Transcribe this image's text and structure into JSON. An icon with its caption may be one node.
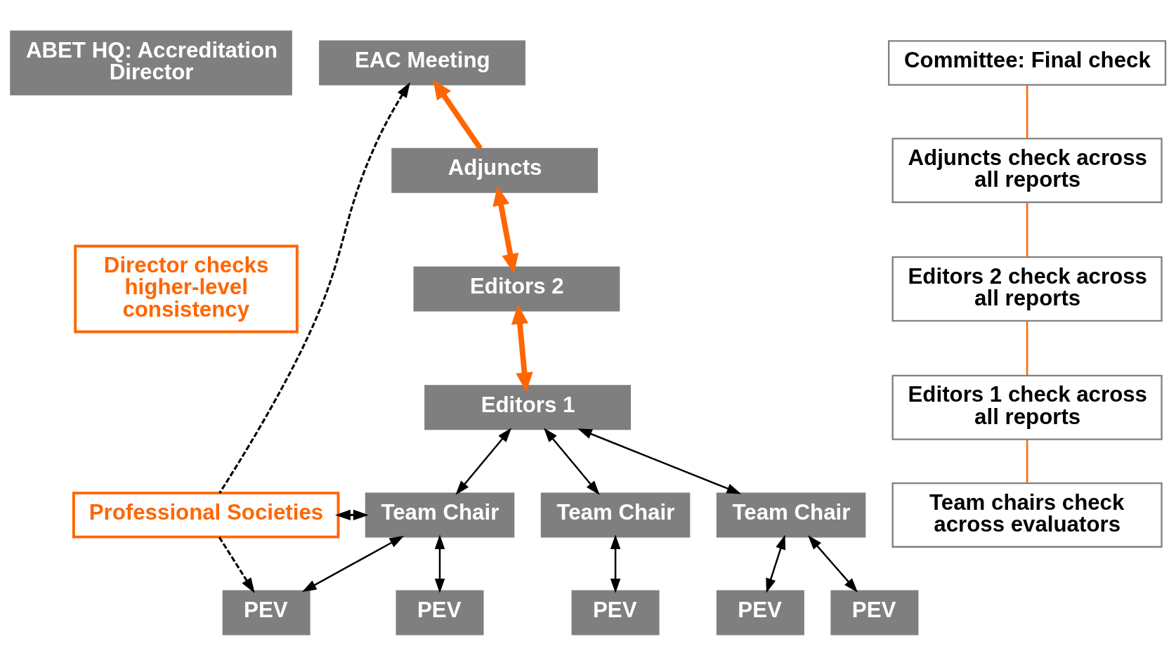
{
  "diagram": {
    "nodes": [
      {
        "text": [
          "ABET HQ: Accreditation Director"
        ]
      },
      {
        "text": [
          "Director checks higher-level consistency"
        ]
      },
      {
        "text": [
          "Professional Societies"
        ]
      },
      {
        "text": [
          "EAC Meeting"
        ]
      },
      {
        "text": [
          "Adjuncts"
        ]
      },
      {
        "text": [
          "Editors 2"
        ]
      },
      {
        "text": [
          "Editors 1"
        ]
      },
      {
        "text": [
          "Team Chair"
        ]
      },
      {
        "text": [
          "Team Chair"
        ]
      },
      {
        "text": [
          "Team Chair"
        ]
      },
      {
        "text": [
          "PEV"
        ]
      },
      {
        "text": [
          "PEV"
        ]
      },
      {
        "text": [
          "PEV"
        ]
      },
      {
        "text": [
          "PEV"
        ]
      },
      {
        "text": [
          "PEV"
        ]
      },
      {
        "text": [
          "Committee: Final check"
        ]
      },
      {
        "text": [
          "Adjuncts check across all reports"
        ]
      },
      {
        "text": [
          "Editors 2 check across all reports"
        ]
      },
      {
        "text": [
          "Editors 1 check across all reports"
        ]
      },
      {
        "text": [
          "Team chairs check across evaluators"
        ]
      }
    ],
    "edges": [
      {
        "from": 4,
        "to": 3,
        "arrow": "to",
        "style": "thick",
        "color": "#ff6600"
      },
      {
        "from": 5,
        "to": 4,
        "arrow": "both",
        "style": "thick",
        "color": "#ff6600"
      },
      {
        "from": 6,
        "to": 5,
        "arrow": "both",
        "style": "thick",
        "color": "#ff6600"
      },
      {
        "from": 6,
        "to": 7,
        "arrow": "both"
      },
      {
        "from": 6,
        "to": 8,
        "arrow": "both"
      },
      {
        "from": 6,
        "to": 9,
        "arrow": "both"
      },
      {
        "from": 7,
        "to": 10,
        "arrow": "both"
      },
      {
        "from": 7,
        "to": 11,
        "arrow": "both"
      },
      {
        "from": 8,
        "to": 12,
        "arrow": "both"
      },
      {
        "from": 9,
        "to": 13,
        "arrow": "both"
      },
      {
        "from": 9,
        "to": 14,
        "arrow": "both"
      },
      {
        "from": 2,
        "to": 3,
        "arrow": "to",
        "style": "dashed"
      },
      {
        "from": 2,
        "to": 7,
        "arrow": "both",
        "style": "dashed"
      },
      {
        "from": 2,
        "to": 10,
        "arrow": "to",
        "style": "dashed"
      },
      {
        "from": 15,
        "to": 16,
        "arrow": "none",
        "color": "#ff6600"
      },
      {
        "from": 16,
        "to": 17,
        "arrow": "none",
        "color": "#ff6600"
      },
      {
        "from": 17,
        "to": 18,
        "arrow": "none",
        "color": "#ff6600"
      },
      {
        "from": 18,
        "to": 19,
        "arrow": "none",
        "color": "#ff6600"
      }
    ]
  }
}
